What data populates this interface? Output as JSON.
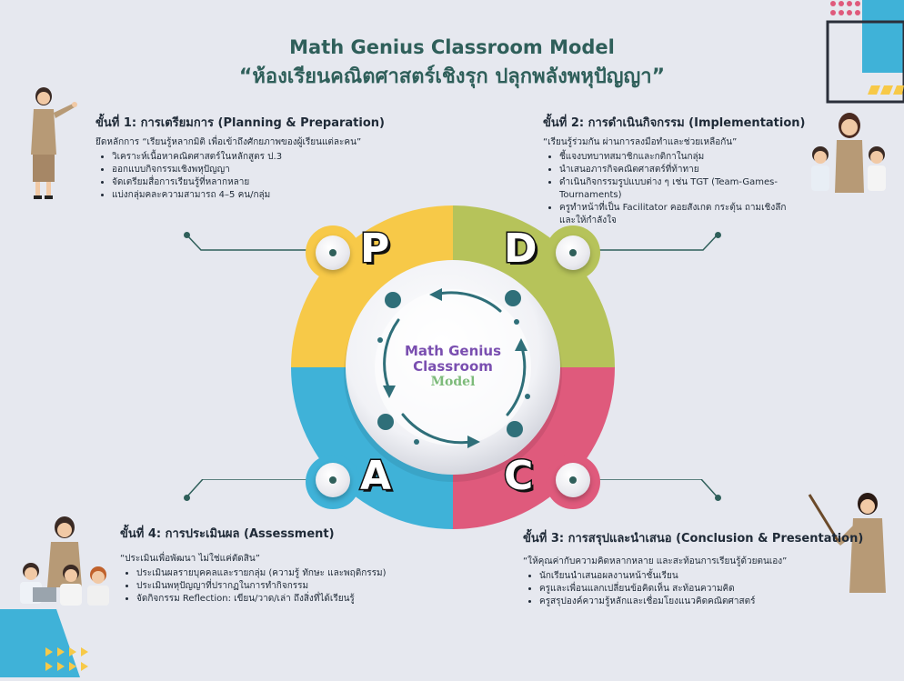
{
  "title": {
    "line1": "Math Genius Classroom Model",
    "line2": "“ห้องเรียนคณิตศาสตร์เชิงรุก ปลุกพลังพหุปัญญา”"
  },
  "center": {
    "line1": "Math Genius",
    "line2": "Classroom",
    "line3": "Model"
  },
  "letters": {
    "p": "P",
    "d": "D",
    "c": "C",
    "a": "A"
  },
  "colors": {
    "p": "#f7c948",
    "d": "#b6c35a",
    "c": "#df5a7c",
    "a": "#3fb2d8",
    "accent": "#2f5f5a",
    "center_purple": "#7a4fb0",
    "center_green": "#7dbb7a"
  },
  "steps": {
    "s1": {
      "title": "ขั้นที่ 1: การเตรียมการ (Planning & Preparation)",
      "quote": "ยึดหลักการ “เรียนรู้หลากมิติ เพื่อเข้าถึงศักยภาพของผู้เรียนแต่ละคน”",
      "items": [
        "วิเคราะห์เนื้อหาคณิตศาสตร์ในหลักสูตร ป.3",
        "ออกแบบกิจกรรมเชิงพหุปัญญา",
        "จัดเตรียมสื่อการเรียนรู้ที่หลากหลาย",
        "แบ่งกลุ่มคละความสามารถ 4–5 คน/กลุ่ม"
      ]
    },
    "s2": {
      "title": "ขั้นที่ 2: การดำเนินกิจกรรม (Implementation)",
      "quote": "“เรียนรู้ร่วมกัน ผ่านการลงมือทำและช่วยเหลือกัน”",
      "items": [
        "ชี้แจงบทบาทสมาชิกและกติกาในกลุ่ม",
        "นำเสนอภารกิจคณิตศาสตร์ที่ท้าทาย",
        "ดำเนินกิจกรรมรูปแบบต่าง ๆ เช่น TGT (Team-Games-Tournaments)",
        "ครูทำหน้าที่เป็น Facilitator คอยสังเกต กระตุ้น ถามเชิงลึก และให้กำลังใจ"
      ]
    },
    "s3": {
      "title": "ขั้นที่ 3: การสรุปและนำเสนอ (Conclusion & Presentation)",
      "quote": "“ให้คุณค่ากับความคิดหลากหลาย และสะท้อนการเรียนรู้ด้วยตนเอง”",
      "items": [
        "นักเรียนนำเสนอผลงานหน้าชั้นเรียน",
        "ครูและเพื่อนแลกเปลี่ยนข้อคิดเห็น สะท้อนความคิด",
        "ครูสรุปองค์ความรู้หลักและเชื่อมโยงแนวคิดคณิตศาสตร์"
      ]
    },
    "s4": {
      "title": "ขั้นที่ 4: การประเมินผล (Assessment)",
      "quote": "“ประเมินเพื่อพัฒนา ไม่ใช่แค่ตัดสิน”",
      "items": [
        "ประเมินผลรายบุคคลและรายกลุ่ม (ความรู้ ทักษะ และพฤติกรรม)",
        "ประเมินพหุปัญญาที่ปรากฏในการทำกิจกรรม",
        "จัดกิจกรรม Reflection: เขียน/วาด/เล่า ถึงสิ่งที่ได้เรียนรู้"
      ]
    }
  }
}
